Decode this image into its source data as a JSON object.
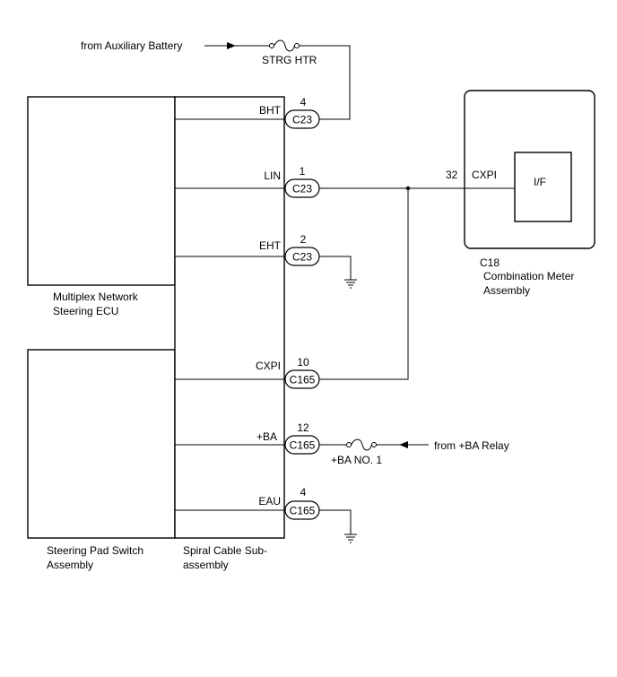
{
  "sources": {
    "aux_battery": "from Auxiliary Battery",
    "ba_relay": "from +BA Relay"
  },
  "fuses": {
    "strg_htr": "STRG HTR",
    "ba_no1": "+BA NO. 1"
  },
  "components": {
    "steering_ecu": {
      "line1": "Multiplex Network",
      "line2": "Steering ECU"
    },
    "steering_pad": {
      "line1": "Steering Pad Switch",
      "line2": "Assembly"
    },
    "spiral_cable": {
      "line1": "Spiral Cable Sub-",
      "line2": "assembly"
    },
    "meter": {
      "code": "C18",
      "line1": "Combination Meter",
      "line2": "Assembly",
      "interface": "I/F"
    }
  },
  "terminals": [
    {
      "name": "BHT",
      "pin": "4",
      "connector": "C23"
    },
    {
      "name": "LIN",
      "pin": "1",
      "connector": "C23"
    },
    {
      "name": "EHT",
      "pin": "2",
      "connector": "C23"
    },
    {
      "name": "CXPI",
      "pin": "10",
      "connector": "C165"
    },
    {
      "name": "+BA",
      "pin": "12",
      "connector": "C165"
    },
    {
      "name": "EAU",
      "pin": "4",
      "connector": "C165"
    }
  ],
  "meter_terminal": {
    "name": "CXPI",
    "pin": "32"
  }
}
